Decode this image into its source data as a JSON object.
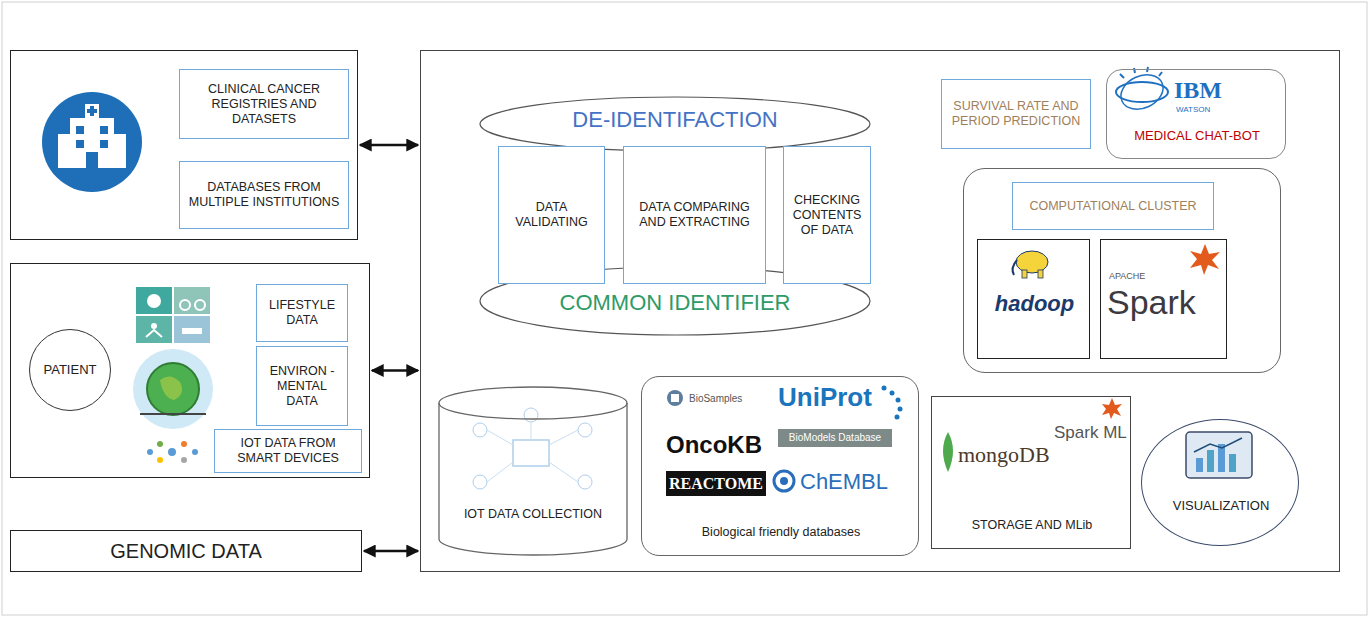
{
  "diagram": {
    "nodes": [
      {
        "text": []
      },
      {
        "text": [
          "CLINICAL CANCER REGISTRIES AND DATASETS"
        ],
        "in": 0
      },
      {
        "text": [
          "DATABASES FROM MULTIPLE INSTITUTIONS"
        ],
        "in": 0
      },
      {
        "text": []
      },
      {
        "text": [
          "PATIENT"
        ],
        "in": 3
      },
      {
        "text": [
          "LIFESTYLE DATA"
        ],
        "in": 3
      },
      {
        "text": [
          "ENVIRON -MENTAL DATA"
        ],
        "in": 3
      },
      {
        "text": [
          "IOT DATA FROM SMART DEVICES"
        ],
        "in": 3
      },
      {
        "text": [
          "GENOMIC DATA"
        ]
      },
      {
        "text": []
      },
      {
        "text": [
          "DE-IDENTIFACTION",
          "COMMON IDENTIFIER"
        ],
        "in": 9
      },
      {
        "text": [
          "DATA VALIDATING"
        ],
        "in": 10
      },
      {
        "text": [
          "DATA COMPARING AND EXTRACTING"
        ],
        "in": 10
      },
      {
        "text": [
          "CHECKING CONTENTS OF DATA"
        ],
        "in": 10
      },
      {
        "text": [
          "SURVIVAL RATE AND PERIOD PREDICTION"
        ],
        "in": 9
      },
      {
        "text": [
          "IBM",
          "WATSON",
          "MEDICAL CHAT-BOT"
        ],
        "in": 9
      },
      {
        "text": [],
        "in": 9
      },
      {
        "text": [
          "COMPUTATIONAL CLUSTER"
        ],
        "in": 16
      },
      {
        "text": [
          "hadoop"
        ],
        "in": 16
      },
      {
        "text": [
          "APACHE",
          "Spark"
        ],
        "in": 16
      },
      {
        "text": [
          "IOT DATA COLLECTION"
        ],
        "in": 9
      },
      {
        "text": [
          "BioSamples",
          "UniProt",
          "OncoKB",
          "BioModels Database",
          "REACTOME",
          "ChEMBL",
          "Biological friendly databases"
        ],
        "in": 9
      },
      {
        "text": [
          "mongoDB",
          "Spark ML",
          "STORAGE AND MLib"
        ],
        "in": 9
      },
      {
        "text": [
          "VISUALIZATION"
        ],
        "in": 9
      }
    ],
    "edges": [
      {
        "from": 0,
        "to": 9,
        "arrow": "both"
      },
      {
        "from": 3,
        "to": 9,
        "arrow": "both"
      },
      {
        "from": 8,
        "to": 9,
        "arrow": "both"
      }
    ]
  }
}
